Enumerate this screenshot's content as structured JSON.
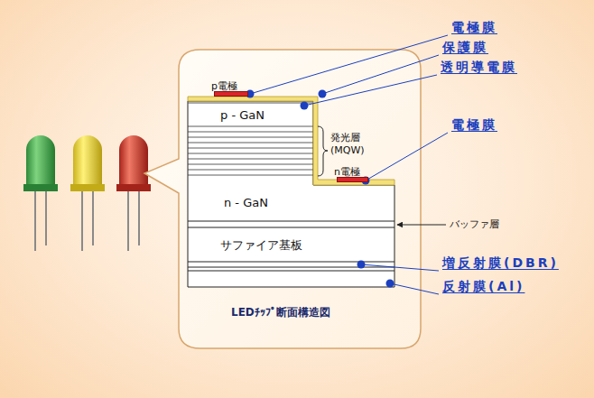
{
  "diagram": {
    "caption": "LEDﾁｯﾌﾟ断面構造図",
    "nodes": [
      {
        "text": [
          "p - GaN"
        ]
      },
      {
        "text": [
          "n - GaN"
        ]
      },
      {
        "text": [
          "サファイア基板"
        ]
      },
      {
        "text": [
          "p電極"
        ]
      },
      {
        "text": [
          "n電極"
        ]
      }
    ],
    "labels": [
      "電極膜",
      "保護膜",
      "透明導電膜",
      "発光層 (MQW)",
      "電極膜",
      "バッファ層",
      "増反射膜(DBR)",
      "反射膜(Al)"
    ]
  }
}
